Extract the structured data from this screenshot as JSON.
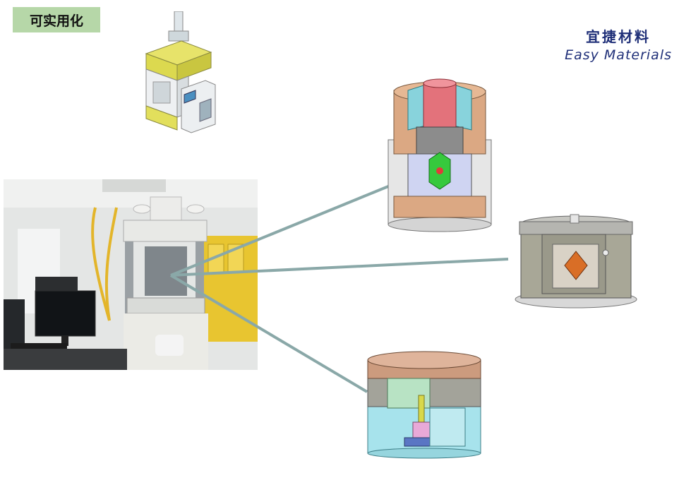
{
  "slide": {
    "tag": "可实用化"
  },
  "brand": {
    "name_cn": "宜捷材料",
    "name_en": "Easy Materials",
    "color": "#1f2f78"
  },
  "colors": {
    "tag_bg": "#b6d7a8",
    "connector": "#8aa8a8",
    "copper": "#d9a07a",
    "cyan": "#8fd9e0",
    "gray": "#b8b8b0"
  },
  "figures": [
    {
      "name": "press-machine-drawing"
    },
    {
      "name": "lab-photo"
    },
    {
      "name": "cylinder-cell-cutaway"
    },
    {
      "name": "octahedral-cell-cutaway"
    },
    {
      "name": "piston-cylinder-cutaway"
    }
  ]
}
